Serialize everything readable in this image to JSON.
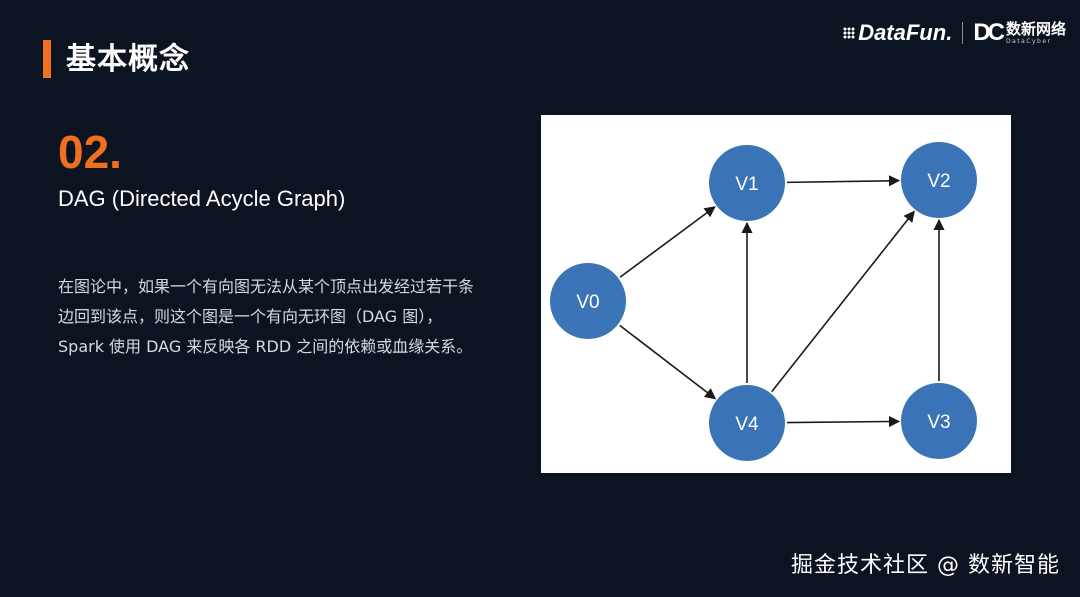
{
  "slide": {
    "section_title": "基本概念",
    "number": "02.",
    "subtitle": "DAG (Directed Acycle Graph)",
    "description": "在图论中，如果一个有向图无法从某个顶点出发经过若干条边回到该点，则这个图是一个有向无环图（DAG 图），Spark 使用 DAG 来反映各 RDD 之间的依赖或血缘关系。",
    "accent_color": "#f07020"
  },
  "brand": {
    "datafun": "DataFun.",
    "dc_mark": "DC",
    "dc_cn": "数新网络",
    "dc_en": "DataCyber"
  },
  "watermark": "掘金技术社区 @ 数新智能",
  "diagram": {
    "node_color": "#3b74b6",
    "edge_color": "#1a1a1a",
    "nodes": [
      {
        "id": "V0",
        "label": "V0"
      },
      {
        "id": "V1",
        "label": "V1"
      },
      {
        "id": "V2",
        "label": "V2"
      },
      {
        "id": "V3",
        "label": "V3"
      },
      {
        "id": "V4",
        "label": "V4"
      }
    ],
    "edges": [
      {
        "from": "V0",
        "to": "V1"
      },
      {
        "from": "V0",
        "to": "V4"
      },
      {
        "from": "V1",
        "to": "V2"
      },
      {
        "from": "V4",
        "to": "V1"
      },
      {
        "from": "V4",
        "to": "V2"
      },
      {
        "from": "V4",
        "to": "V3"
      },
      {
        "from": "V3",
        "to": "V2"
      }
    ]
  }
}
